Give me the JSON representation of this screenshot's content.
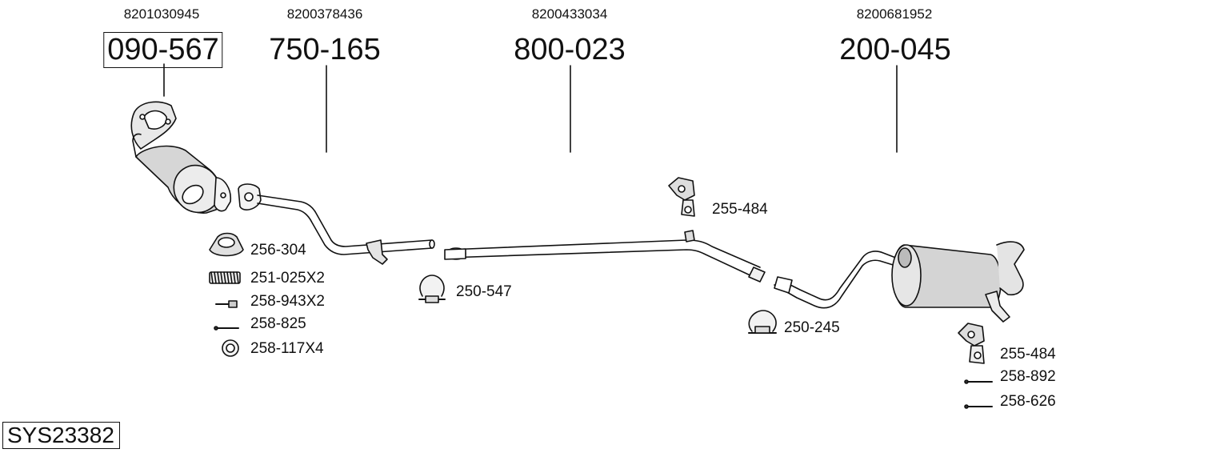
{
  "system_code": "SYS23382",
  "main_parts": [
    {
      "oem": "8201030945",
      "part": "090-567",
      "boxed": true
    },
    {
      "oem": "8200378436",
      "part": "750-165",
      "boxed": false
    },
    {
      "oem": "8200433034",
      "part": "800-023",
      "boxed": false
    },
    {
      "oem": "8200681952",
      "part": "200-045",
      "boxed": false
    }
  ],
  "accessories": {
    "gasket_ring": "256-304",
    "spring": "251-025X2",
    "bolt_a": "258-943X2",
    "bolt_b": "258-825",
    "washer": "258-117X4",
    "clamp_1": "250-547",
    "hanger_1": "255-484",
    "clamp_2": "250-245",
    "hanger_2": "255-484",
    "bolt_c": "258-892",
    "bolt_d": "258-626"
  }
}
